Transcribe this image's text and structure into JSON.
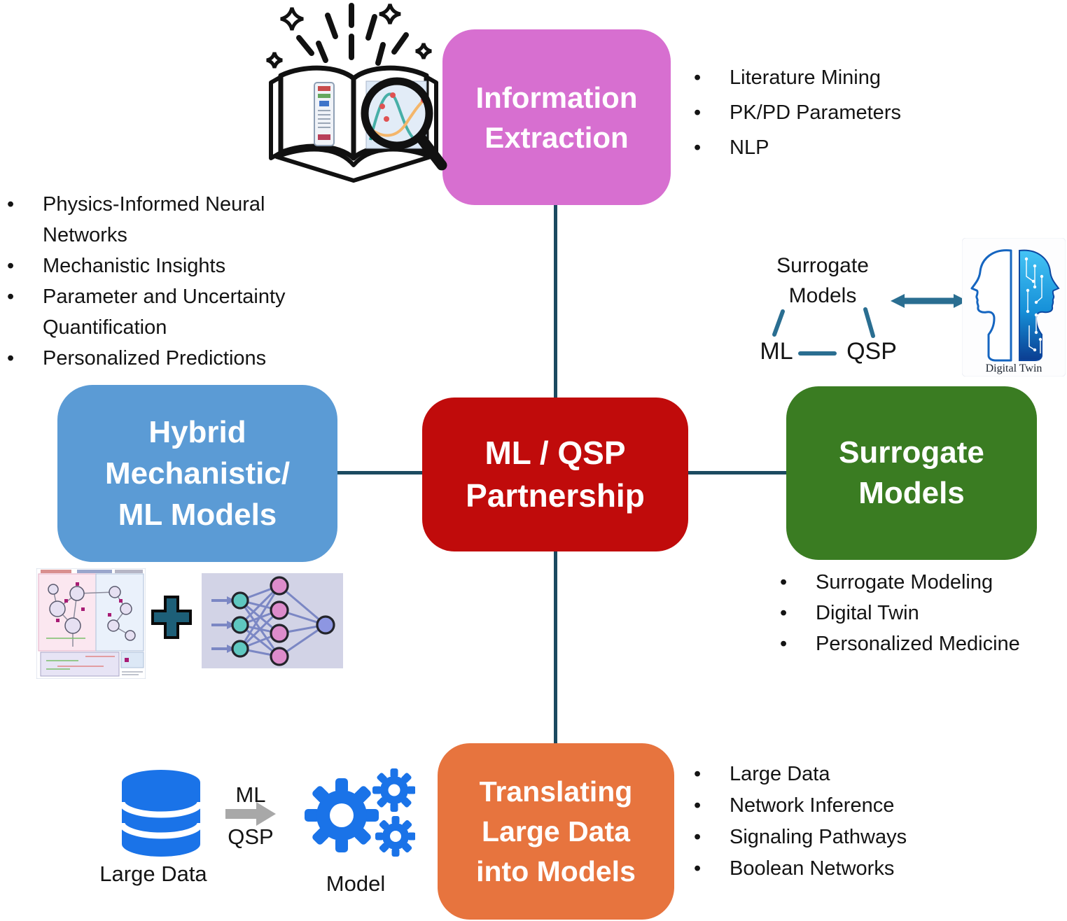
{
  "boxes": {
    "top": {
      "title": "Information\nExtraction",
      "color": "#d76fd0"
    },
    "left": {
      "title": "Hybrid\nMechanistic/\nML Models",
      "color": "#5b9bd5"
    },
    "center": {
      "title": "ML / QSP\nPartnership",
      "color": "#c00b0b"
    },
    "right": {
      "title": "Surrogate\nModels",
      "color": "#3a7c22"
    },
    "bottom": {
      "title": "Translating\nLarge Data\ninto Models",
      "color": "#e7743e"
    }
  },
  "lists": {
    "information_extraction": {
      "items": [
        "Literature Mining",
        "PK/PD Parameters",
        "NLP"
      ]
    },
    "hybrid_models": {
      "items": [
        "Physics-Informed Neural Networks",
        "Mechanistic Insights",
        "Parameter and Uncertainty Quantification",
        "Personalized Predictions"
      ]
    },
    "surrogate_models": {
      "items": [
        "Surrogate Modeling",
        "Digital Twin",
        "Personalized Medicine"
      ]
    },
    "large_data": {
      "items": [
        "Large Data",
        "Network Inference",
        "Signaling Pathways",
        "Boolean Networks"
      ]
    }
  },
  "triangle": {
    "title": "Surrogate\nModels",
    "left": "ML",
    "right": "QSP"
  },
  "digital_twin": {
    "caption": "Digital Twin"
  },
  "pipeline": {
    "source_label": "Large Data",
    "arrow_top": "ML",
    "arrow_bottom": "QSP",
    "target_label": "Model"
  },
  "icons": {
    "top_left": "book-magnifier-icon",
    "left_bottom": [
      "mechanistic-model-image",
      "plus-icon",
      "neural-network-image"
    ],
    "right_top": [
      "ml-qsp-triangle",
      "double-arrow-icon",
      "digital-twin-image"
    ],
    "bottom_left": [
      "database-icon",
      "block-arrow-icon",
      "gears-icon"
    ]
  },
  "colors": {
    "connector": "#1b4a60",
    "link_teal": "#2a6e91",
    "icon_blue": "#1a73e8",
    "arrow_gray": "#a8a8a8",
    "text": "#141414"
  }
}
